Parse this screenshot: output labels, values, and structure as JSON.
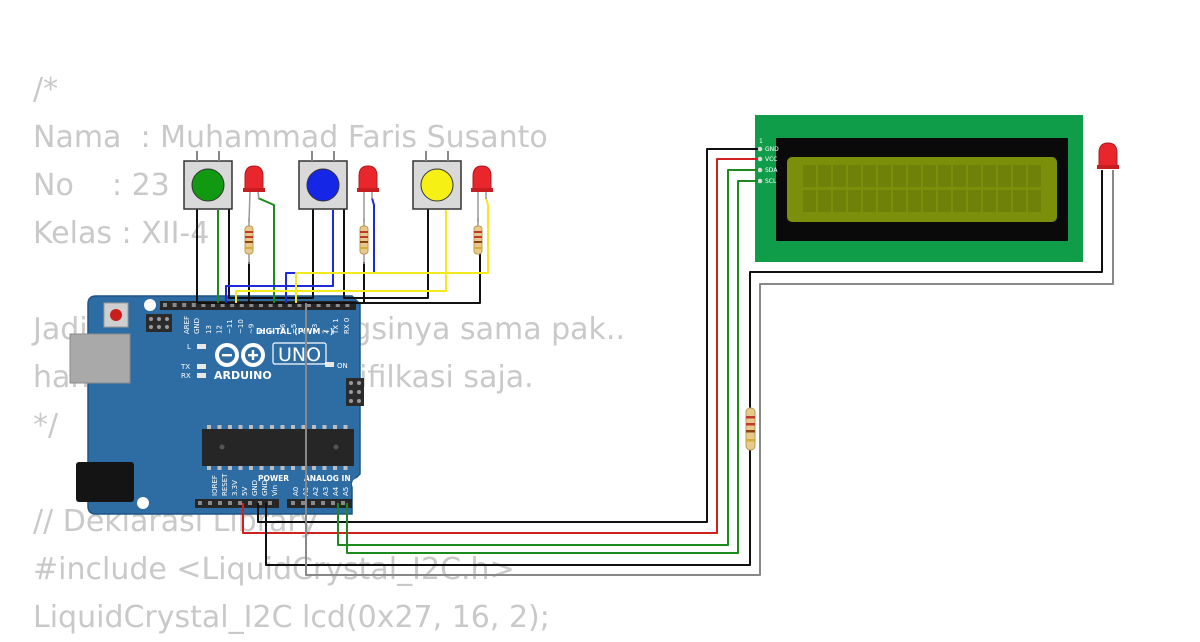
{
  "code_lines": [
    "/*",
    "Nama  : Muhammad Faris Susanto",
    "No    : 23",
    "Kelas : XII-4",
    "",
    "Jadi ini saya bikin fungsinya sama pak..",
    "hanya saya buat modifilkasi saja.",
    "*/",
    "",
    "// Deklarasi Library",
    "#include <LiquidCrystal_I2C.h>",
    "LiquidCrystal_I2C lcd(0x27, 16, 2);"
  ],
  "arduino": {
    "brand": "ARDUINO",
    "model": "UNO",
    "digital_label": "DIGITAL (PWM ~)",
    "power_label": "POWER",
    "analog_label": "ANALOG IN",
    "on_label": "ON",
    "l_label": "L",
    "tx_label": "TX",
    "rx_label": "RX",
    "aref_label": "AREF",
    "gnd_top_label": "GND",
    "digital_pins": [
      "13",
      "12",
      "~11",
      "~10",
      "~9",
      "8",
      "7",
      "~6",
      "~5",
      "4",
      "~3",
      "2",
      "TX 1",
      "RX 0"
    ],
    "power_pins": [
      "IOREF",
      "RESET",
      "3.3V",
      "5V",
      "GND",
      "GND",
      "Vin"
    ],
    "analog_pins": [
      "A0",
      "A1",
      "A2",
      "A3",
      "A4",
      "A5"
    ]
  },
  "lcd": {
    "pin_one_label": "1",
    "pins": [
      "GND",
      "VCC",
      "SDA",
      "SCL"
    ]
  },
  "colors": {
    "code_text": "#c9c9c9",
    "board": "#2e6da4",
    "lcd_pcb": "#0f9d4a",
    "lcd_screen": "#7c8f0a",
    "button_green": "#119a11",
    "button_blue": "#1526e6",
    "button_yellow": "#f7f015",
    "led_red": "#e8262b",
    "wire_black": "#111111",
    "wire_red": "#d21f1f",
    "wire_green": "#1c8a1c",
    "wire_blue": "#1c2bd6",
    "wire_yellow": "#f2ea1d",
    "wire_gray": "#888888"
  }
}
